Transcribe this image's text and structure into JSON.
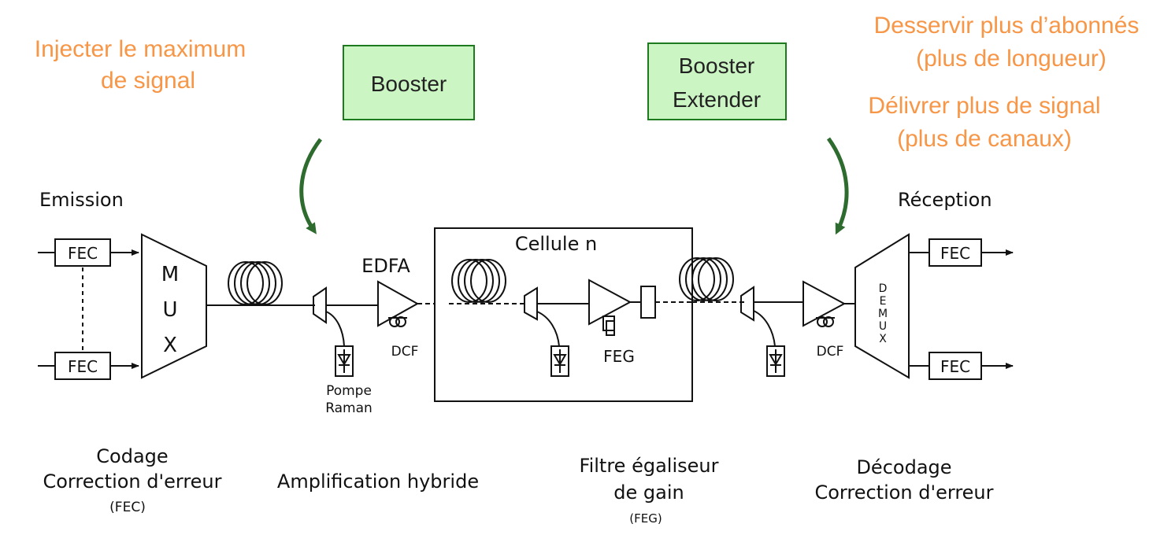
{
  "annotations": {
    "left_line1": "Injecter le maximum",
    "left_line2": "de signal",
    "right1_line1": "Desservir plus d’abonnés",
    "right1_line2": "(plus de longueur)",
    "right2_line1": "Délivrer plus de signal",
    "right2_line2": "(plus de canaux)"
  },
  "boxes": {
    "booster": "Booster",
    "booster_extender_line1": "Booster",
    "booster_extender_line2": "Extender"
  },
  "diagram": {
    "emission": "Emission",
    "reception": "Réception",
    "fec": "FEC",
    "mux": [
      "M",
      "U",
      "X"
    ],
    "demux": [
      "D",
      "E",
      "M",
      "U",
      "X"
    ],
    "edfa": "EDFA",
    "cellule": "Cellule n",
    "dcf": "DCF",
    "feg": "FEG",
    "pompe": "Pompe",
    "raman": "Raman"
  },
  "captions": {
    "codage_line1": "Codage",
    "codage_line2": "Correction d'erreur",
    "codage_line3": "(FEC)",
    "amplification": "Amplification hybride",
    "filtre_line1": "Filtre égaliseur",
    "filtre_line2": "de gain",
    "filtre_line3": "(FEG)",
    "decodage_line1": "Décodage",
    "decodage_line2": "Correction d'erreur"
  },
  "colors": {
    "annotation": "#F79646",
    "box_fill": "#CCF5C4",
    "box_border": "#1E7A1E",
    "arrow": "#2E6B2E",
    "line": "#111111"
  }
}
